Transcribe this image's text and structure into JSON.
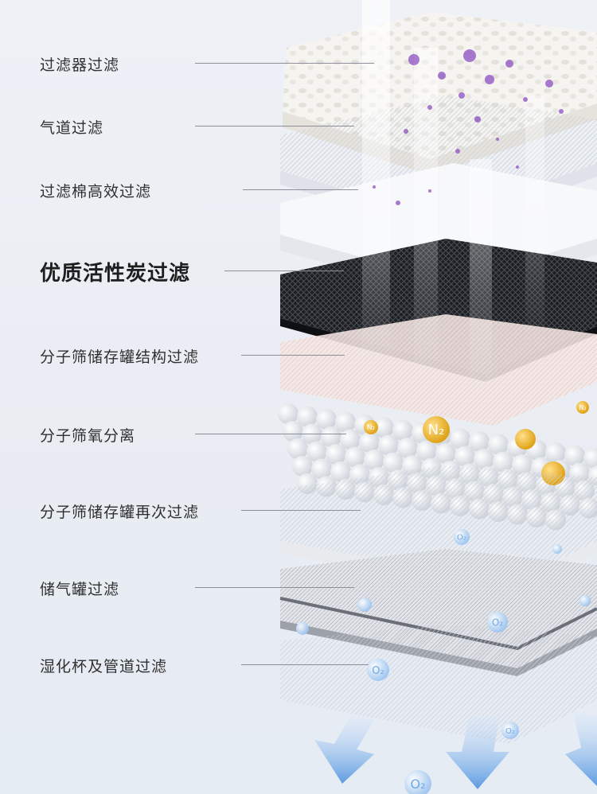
{
  "labels": [
    {
      "text": "过滤器过滤"
    },
    {
      "text": "气道过滤"
    },
    {
      "text": "过滤棉高效过滤"
    },
    {
      "text": "优质活性炭过滤",
      "emphasis": true
    },
    {
      "text": "分子筛储存罐结构过滤"
    },
    {
      "text": "分子筛氧分离"
    },
    {
      "text": "分子筛储存罐再次过滤"
    },
    {
      "text": "储气罐过滤"
    },
    {
      "text": "湿化杯及管道过滤"
    }
  ],
  "molecules": {
    "nitrogen": "N₂",
    "oxygen": "O₂"
  },
  "colors": {
    "background": "#eef1f6",
    "label_text": "#2f2f2f",
    "carbon_layer": "#1c1e22",
    "nitrogen_ball": "#f2b72e",
    "oxygen_bubble": "#6fa8e6",
    "particles": "#8b4fc0"
  }
}
